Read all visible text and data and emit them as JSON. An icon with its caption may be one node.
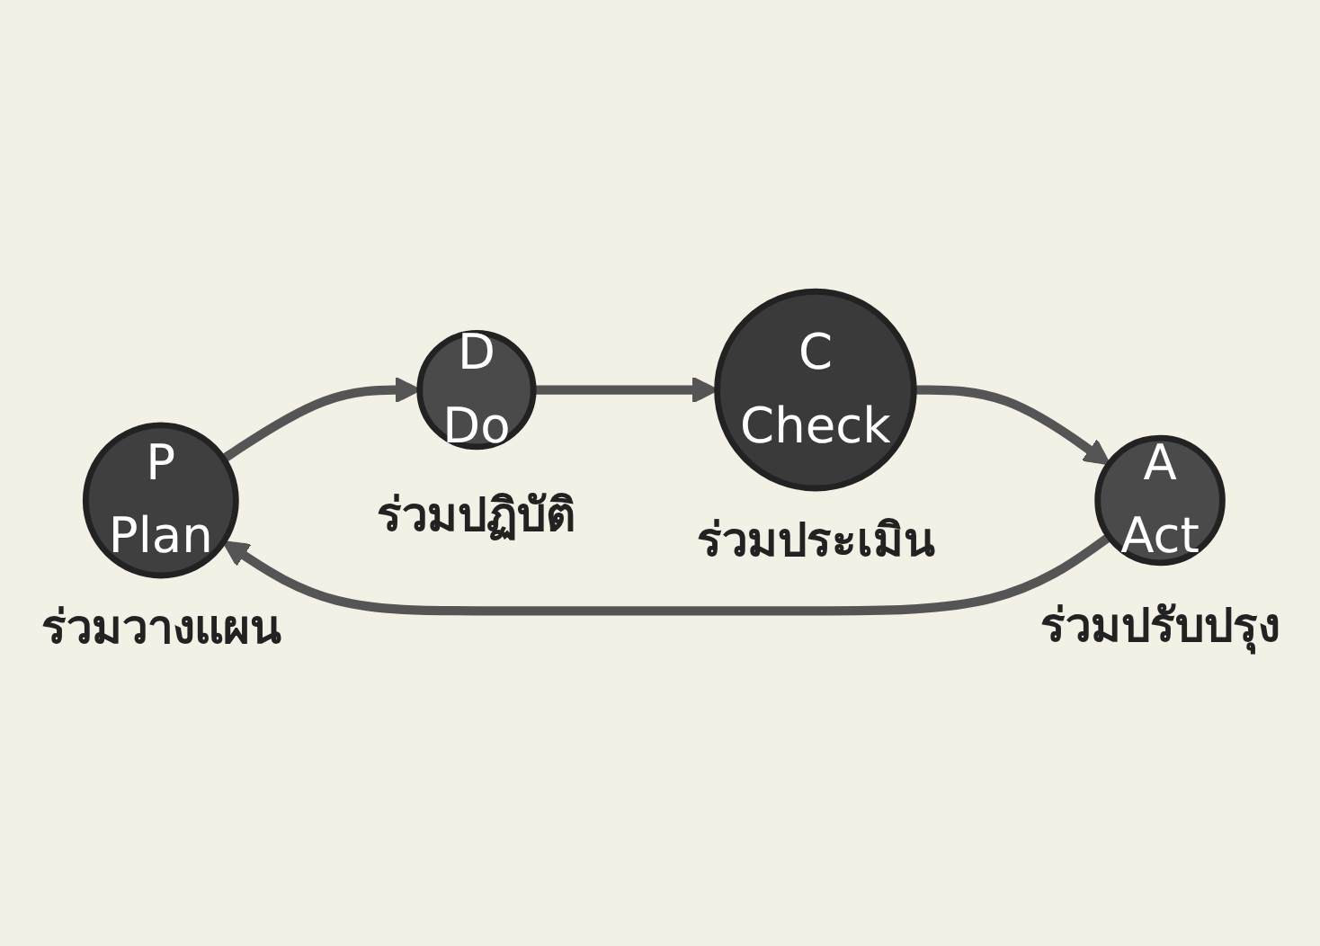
{
  "diagram": {
    "nodes": [
      {
        "text": [
          "P",
          "Plan"
        ],
        "beside": [
          "ร่วมวางแผน"
        ]
      },
      {
        "text": [
          "D",
          "Do"
        ],
        "beside": [
          "ร่วมปฏิบัติ"
        ]
      },
      {
        "text": [
          "C",
          "Check"
        ],
        "beside": [
          "ร่วมประเมิน"
        ]
      },
      {
        "text": [
          "A",
          "Act"
        ],
        "beside": [
          "ร่วมปรับปรุง"
        ]
      }
    ],
    "edges": [
      {
        "from": 0,
        "to": 1,
        "arrow": "to"
      },
      {
        "from": 1,
        "to": 2,
        "arrow": "to"
      },
      {
        "from": 2,
        "to": 3,
        "arrow": "to"
      },
      {
        "from": 3,
        "to": 0,
        "arrow": "to"
      }
    ]
  }
}
